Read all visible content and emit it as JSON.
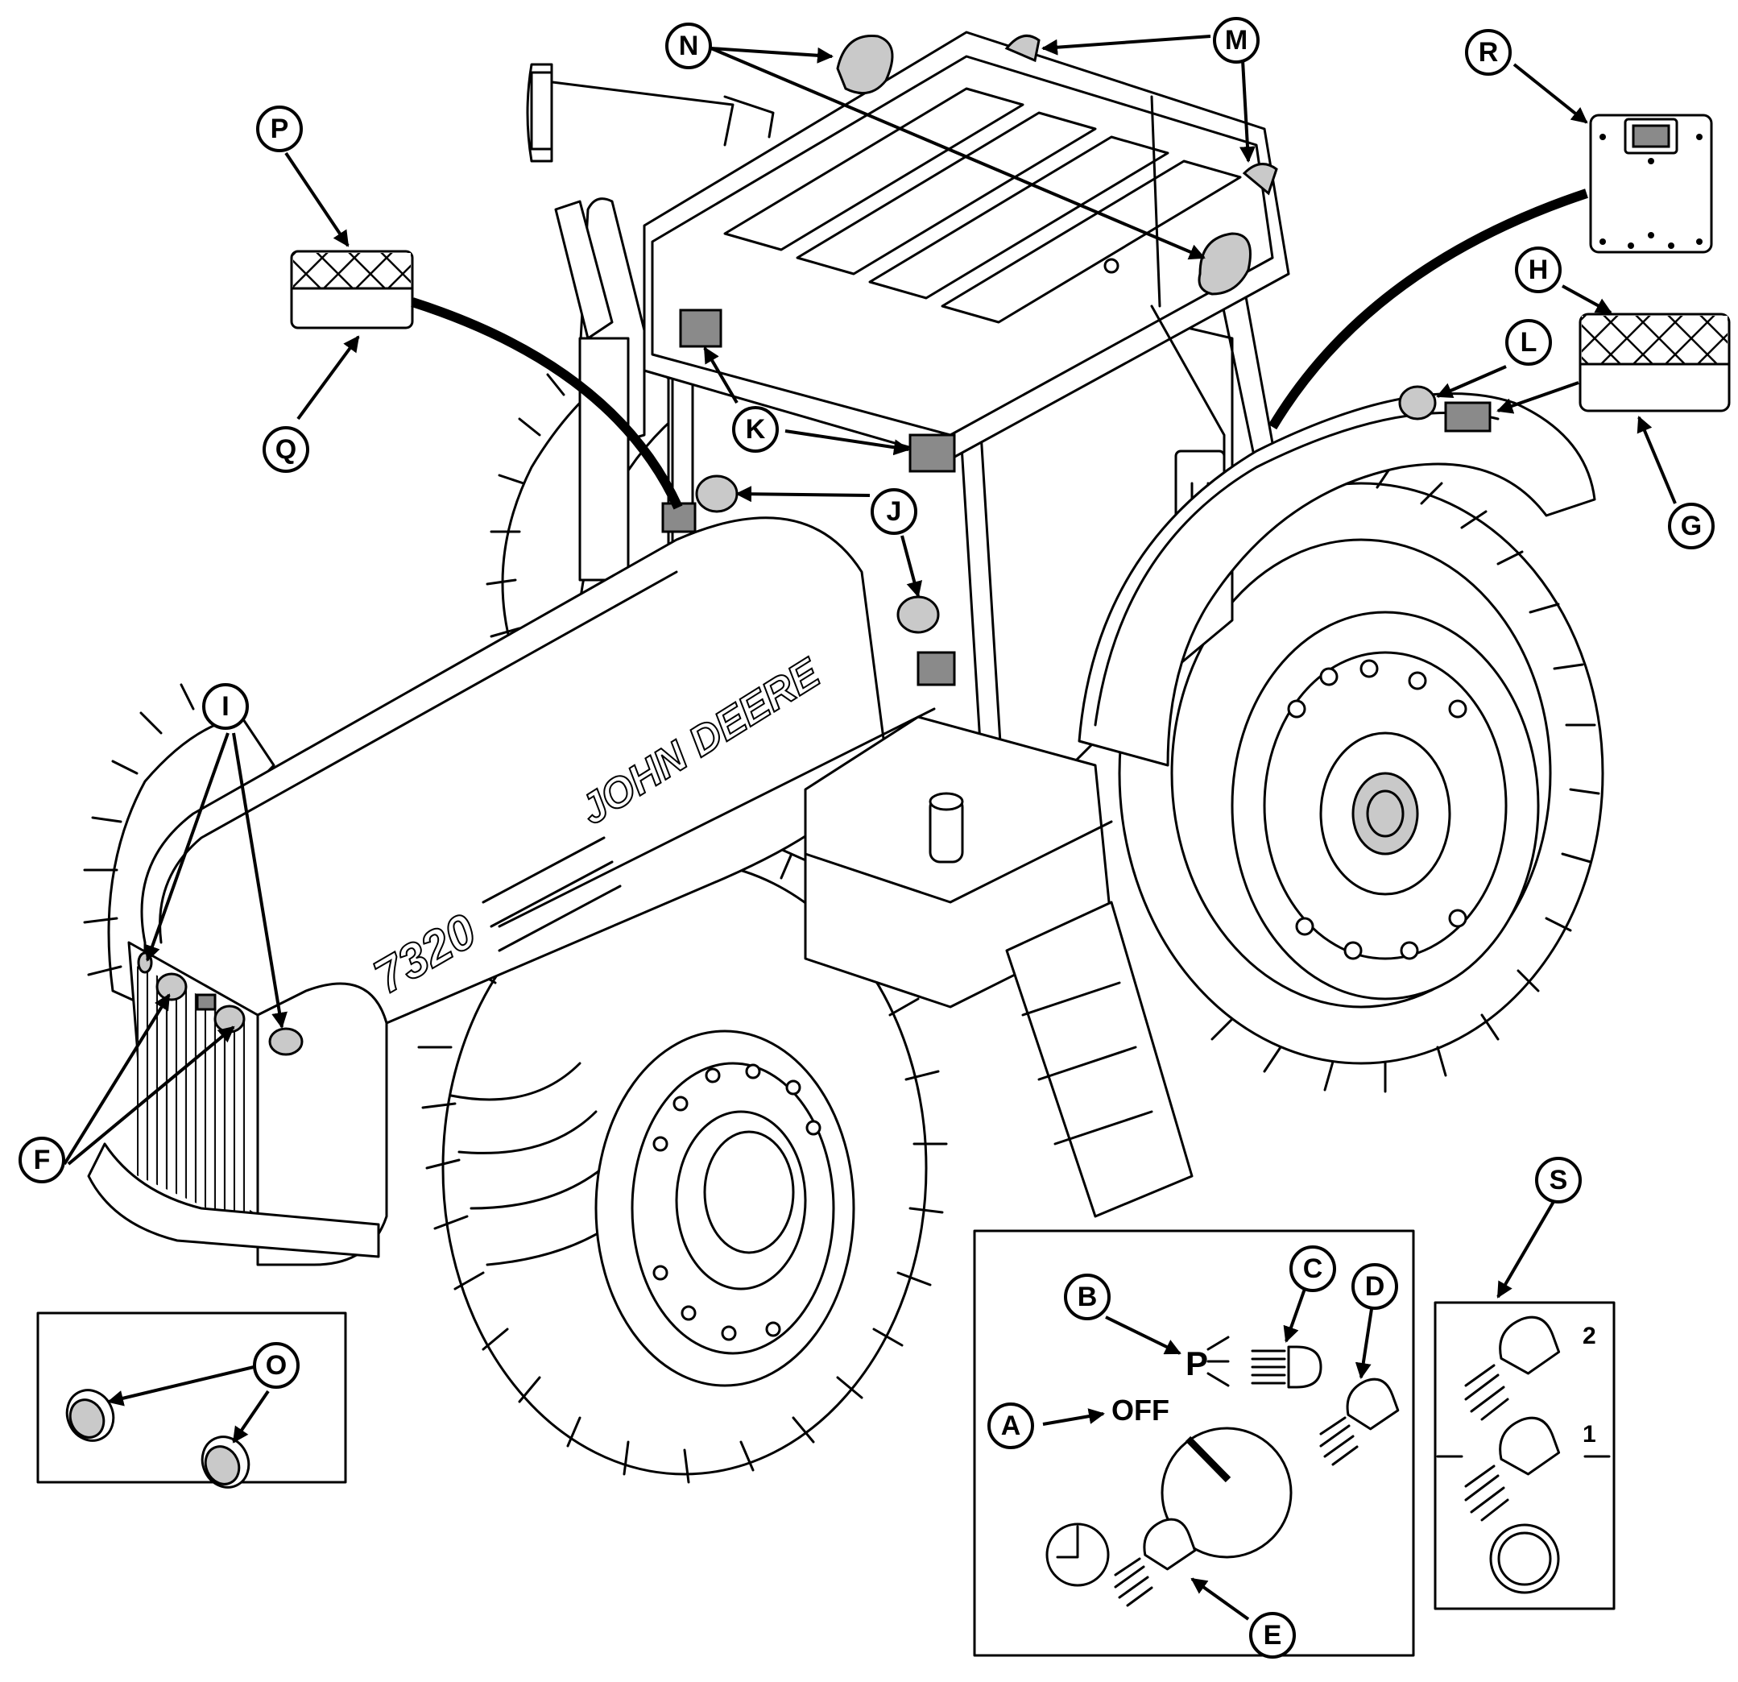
{
  "callouts": {
    "A": "A",
    "B": "B",
    "C": "C",
    "D": "D",
    "E": "E",
    "F": "F",
    "G": "G",
    "H": "H",
    "I": "I",
    "J": "J",
    "K": "K",
    "L": "L",
    "M": "M",
    "N": "N",
    "O": "O",
    "P": "P",
    "Q": "Q",
    "R": "R",
    "S": "S"
  },
  "hood": {
    "brand": "JOHN DEERE",
    "model": "7320"
  },
  "switch_panel": {
    "off_label": "OFF",
    "park_letter": "P"
  },
  "field_light_panel": {
    "position_2": "2",
    "position_1": "1"
  }
}
